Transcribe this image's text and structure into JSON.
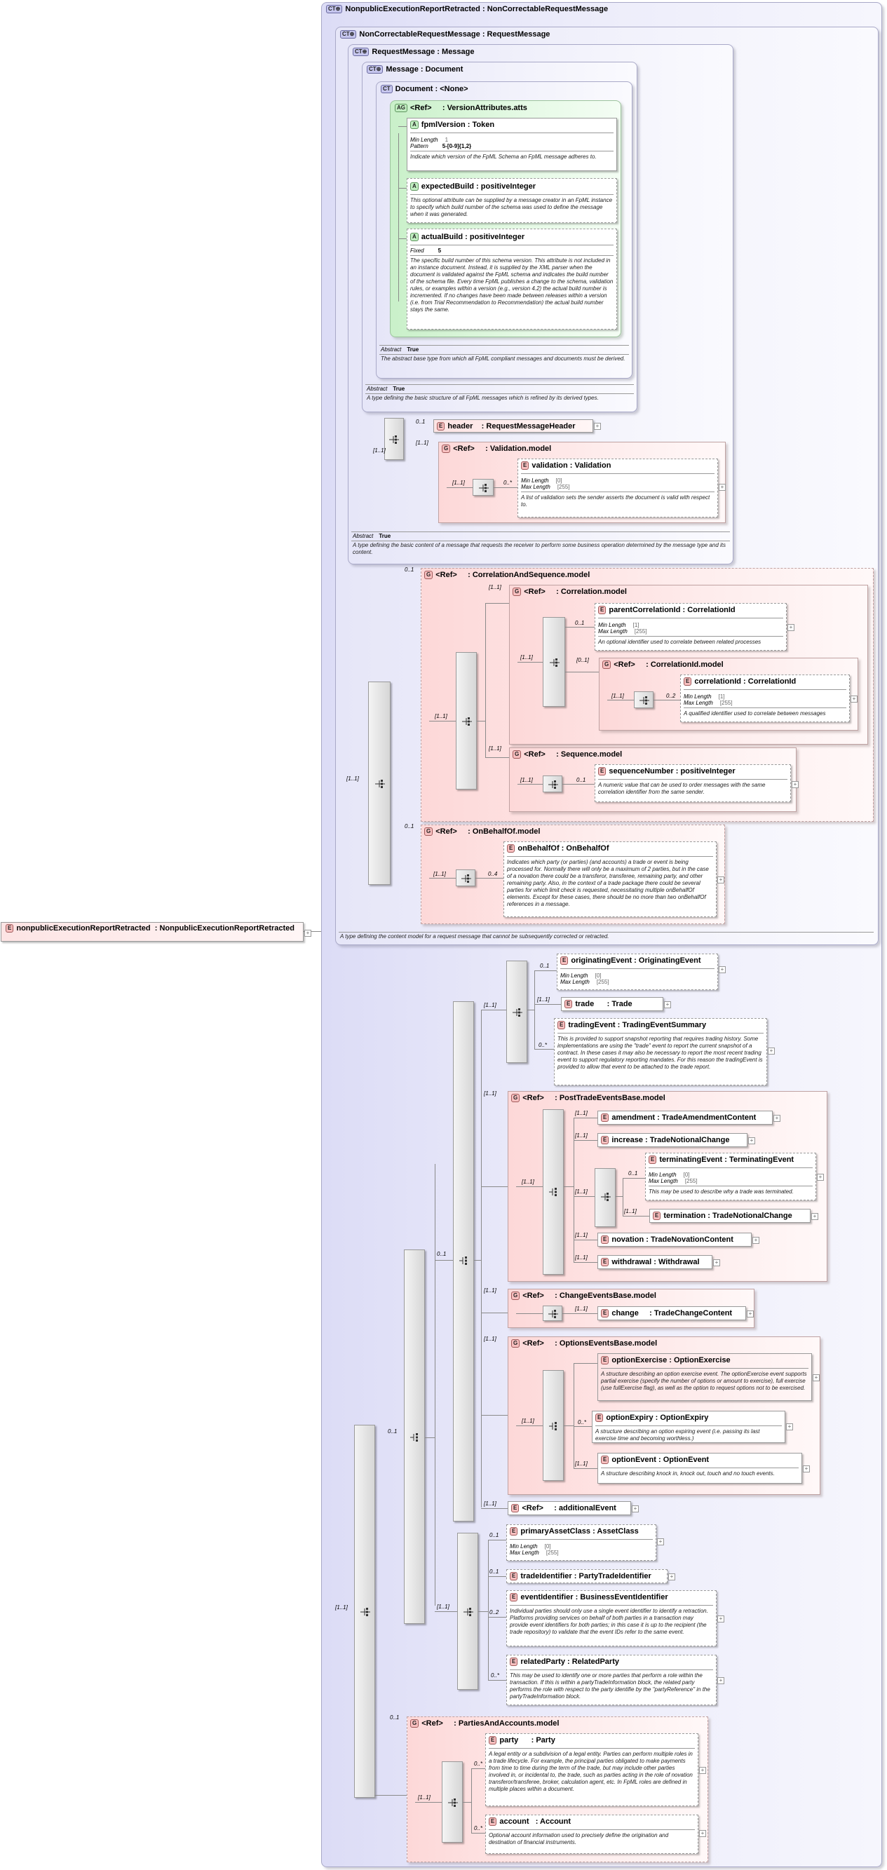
{
  "root_element": {
    "name": "nonpublicExecutionReportRetracted",
    "type": "NonpublicExecutionReportRetracted"
  },
  "ct_main": {
    "name": "NonpublicExecutionReportRetracted",
    "type": "NonCorrectableRequestMessage"
  },
  "ct_noncorrectable": {
    "name": "NonCorrectableRequestMessage",
    "type": "RequestMessage",
    "doc": "A type defining the content model for a request message that cannot be subsequently corrected or retracted."
  },
  "ct_request": {
    "name": "RequestMessage",
    "type": "Message",
    "abstract_key": "Abstract",
    "abstract_val": "True",
    "doc": "A type defining the basic content of a message that requests the receiver to perform some business operation determined by the message type and its content."
  },
  "ct_message": {
    "name": "Message",
    "type": "Document",
    "abstract_key": "Abstract",
    "abstract_val": "True",
    "doc": "A type defining the basic structure of all FpML messages which is refined by its derived types."
  },
  "ct_document": {
    "name": "Document",
    "type": "<None>",
    "abstract_key": "Abstract",
    "abstract_val": "True",
    "doc": "The abstract base type from which all FpML compliant messages and documents must be derived."
  },
  "ag_version": {
    "ref": "<Ref>",
    "name": "VersionAttributes.atts"
  },
  "attr_fpml": {
    "name": "fpmlVersion",
    "type": "Token",
    "facets": [
      {
        "k": "Min Length",
        "v": "1"
      },
      {
        "k": "Pattern",
        "v": "5-[0-9]{1,2}"
      }
    ],
    "doc": "Indicate which version of the FpML Schema an FpML message adheres to."
  },
  "attr_expected": {
    "name": "expectedBuild",
    "type": "positiveInteger",
    "doc": "This optional attribute can be supplied by a message creator in an FpML instance to specify which build number of the schema was used to define the message when it was generated."
  },
  "attr_actual": {
    "name": "actualBuild",
    "type": "positiveInteger",
    "fixed_k": "Fixed",
    "fixed_v": "5",
    "doc": "The specific build number of this schema version. This attribute is not included in an instance document. Instead, it is supplied by the XML parser when the document is validated against the FpML schema and indicates the build number of the schema file. Every time FpML publishes a change to the schema, validation rules, or examples within a version (e.g., version 4.2) the actual build number is incremented. If no changes have been made between releases within a version (i.e. from Trial Recommendation to Recommendation) the actual build number stays the same."
  },
  "header": {
    "card": "0..1",
    "name": "header",
    "type": "RequestMessageHeader"
  },
  "validation_model": {
    "ref": "<Ref>",
    "name": "Validation.model",
    "card": "[1..1]"
  },
  "validation": {
    "card": "0..*",
    "name": "validation",
    "type": "Validation",
    "facets": [
      {
        "k": "Min Length",
        "v": "[0]"
      },
      {
        "k": "Max Length",
        "v": "[255]"
      }
    ],
    "doc": "A list of validation sets the sender asserts the document is valid with respect to."
  },
  "corr_seq_model": {
    "card": "0..1",
    "ref": "<Ref>",
    "name": "CorrelationAndSequence.model"
  },
  "corr_model": {
    "card": "[1..1]",
    "ref": "<Ref>",
    "name": "Correlation.model"
  },
  "parent_corr": {
    "card": "0..1",
    "name": "parentCorrelationId",
    "type": "CorrelationId",
    "facets": [
      {
        "k": "Min Length",
        "v": "[1]"
      },
      {
        "k": "Max Length",
        "v": "[255]"
      }
    ],
    "doc": "An optional identifier used to correlate between related processes"
  },
  "corrid_model": {
    "card": "[0..1]",
    "ref": "<Ref>",
    "name": "CorrelationId.model"
  },
  "corrid": {
    "card": "0..2",
    "name": "correlationId",
    "type": "CorrelationId",
    "facets": [
      {
        "k": "Min Length",
        "v": "[1]"
      },
      {
        "k": "Max Length",
        "v": "[255]"
      }
    ],
    "doc": "A qualified identifier used to correlate between messages"
  },
  "seq_model": {
    "card": "[1..1]",
    "ref": "<Ref>",
    "name": "Sequence.model"
  },
  "seqnum": {
    "card": "0..1",
    "name": "sequenceNumber",
    "type": "positiveInteger",
    "doc": "A numeric value that can be used to order messages with the same correlation identifier from the same sender."
  },
  "obo_model": {
    "card": "0..1",
    "ref": "<Ref>",
    "name": "OnBehalfOf.model"
  },
  "obo": {
    "card": "0..4",
    "name": "onBehalfOf",
    "type": "OnBehalfOf",
    "doc": "Indicates which party (or parties) (and accounts) a trade or event is being processed for. Normally there will only be a maximum of 2 parties, but in the case of a novation there could be a transferor, transferee, remaining party, and other remaining party. Also, in the context of a trade package there could be several parties for which limit check is requested, necessitating multiple onBehalfOf elements. Except for these cases, there should be no more than two onBehalfOf references in a message."
  },
  "orig_event": {
    "card": "0..1",
    "name": "originatingEvent",
    "type": "OriginatingEvent",
    "facets": [
      {
        "k": "Min Length",
        "v": "[0]"
      },
      {
        "k": "Max Length",
        "v": "[255]"
      }
    ]
  },
  "trade": {
    "card": "[1..1]",
    "name": "trade",
    "type": "Trade"
  },
  "trading_event": {
    "card": "0..*",
    "name": "tradingEvent",
    "type": "TradingEventSummary",
    "doc": "This is provided to support snapshot reporting that requires trading history. Some implementations are using the \"trade\" event to report the current snapshot of a contract. In these cases it may also be necessary to report the most recent trading event to support regulatory reporting mandates. For this reason the tradingEvent is provided to allow that event to be attached to the trade report."
  },
  "post_trade": {
    "ref": "<Ref>",
    "name": "PostTradeEventsBase.model"
  },
  "amendment": {
    "card": "[1..1]",
    "name": "amendment",
    "type": "TradeAmendmentContent"
  },
  "increase": {
    "card": "[1..1]",
    "name": "increase",
    "type": "TradeNotionalChange"
  },
  "terminating": {
    "card": "0..1",
    "name": "terminatingEvent",
    "type": "TerminatingEvent",
    "facets": [
      {
        "k": "Min Length",
        "v": "[0]"
      },
      {
        "k": "Max Length",
        "v": "[255]"
      }
    ],
    "doc": "This may be used to describe why a trade was terminated."
  },
  "termination": {
    "card": "[1..1]",
    "name": "termination",
    "type": "TradeNotionalChange"
  },
  "novation": {
    "card": "[1..1]",
    "name": "novation",
    "type": "TradeNovationContent"
  },
  "withdrawal": {
    "card": "[1..1]",
    "name": "withdrawal",
    "type": "Withdrawal"
  },
  "change_events": {
    "ref": "<Ref>",
    "name": "ChangeEventsBase.model"
  },
  "change": {
    "card": "[1..1]",
    "name": "change",
    "type": "TradeChangeContent"
  },
  "option_events": {
    "ref": "<Ref>",
    "name": "OptionsEventsBase.model"
  },
  "opt_exercise": {
    "name": "optionExercise",
    "type": "OptionExercise",
    "doc": "A structure describing an option exercise event. The optionExercise event supports partial exercise (specify the number of options or amount to exercise), full exercise (use fullExercise flag), as well as the option to request options not to be exercised."
  },
  "opt_expiry": {
    "card": "0..*",
    "name": "optionExpiry",
    "type": "OptionExpiry",
    "doc": "A structure describing an option expiring event (i.e. passing its last exercise time and becoming worthless.)"
  },
  "opt_event": {
    "card": "[1..1]",
    "name": "optionEvent",
    "type": "OptionEvent",
    "doc": "A structure describing knock in, knock out, touch and no touch events."
  },
  "additional": {
    "card": "[1..1]",
    "ref": "<Ref>",
    "name": "additionalEvent"
  },
  "primary_asset": {
    "card": "0..1",
    "name": "primaryAssetClass",
    "type": "AssetClass",
    "facets": [
      {
        "k": "Min Length",
        "v": "[0]"
      },
      {
        "k": "Max Length",
        "v": "[255]"
      }
    ]
  },
  "trade_id": {
    "card": "0..1",
    "name": "tradeIdentifier",
    "type": "PartyTradeIdentifier"
  },
  "event_id": {
    "card": "0..2",
    "name": "eventIdentifier",
    "type": "BusinessEventIdentifier",
    "doc": "Individual parties should only use a single event identifier to identify a retraction. Platforms providing services on behalf of both parties in a transaction may provide event identifiers for both parties; in this case it is up to the recipient (the trade repository) to validate that the event IDs refer to the same event."
  },
  "related_party": {
    "card": "0..*",
    "name": "relatedParty",
    "type": "RelatedParty",
    "doc": "This may be used to identify one or more parties that perform a role within the transaction. If this is within a partyTradeInformation block, the related party performs the role with respect to the party identifie by the \"partyReference\" in the partyTradeInformation block."
  },
  "parties_model": {
    "card": "0..1",
    "ref": "<Ref>",
    "name": "PartiesAndAccounts.model"
  },
  "party": {
    "card": "0..*",
    "name": "party",
    "type": "Party",
    "doc": "A legal entity or a subdivision of a legal entity. Parties can perform multiple roles in a trade lifecycle. For example, the principal parties obligated to make payments from time to time during the term of the trade, but may include other parties involved in, or incidental to, the trade, such as parties acting in the role of novation transferor/transferee, broker, calculation agent, etc. In FpML roles are defined in multiple places within a document."
  },
  "account": {
    "card": "0..*",
    "name": "account",
    "type": "Account",
    "doc": "Optional account information used to precisely define the origination and destination of financial instruments."
  },
  "cards": {
    "c11": "[1..1]",
    "c01": "0..1",
    "c0s": "0..*",
    "c02": "0..2",
    "c04": "0..4",
    "c01b": "[0..1]"
  },
  "colors": {
    "complex_type": "#dcdcf6",
    "group": "#fdd8d8",
    "attribute_group": "#c9f0c9"
  },
  "icons": {
    "ct": "complex-type-icon",
    "ag": "attribute-group-icon",
    "a": "attribute-icon",
    "e": "element-icon",
    "g": "group-icon",
    "seq": "sequence-compositor-icon",
    "choice": "choice-compositor-icon"
  }
}
